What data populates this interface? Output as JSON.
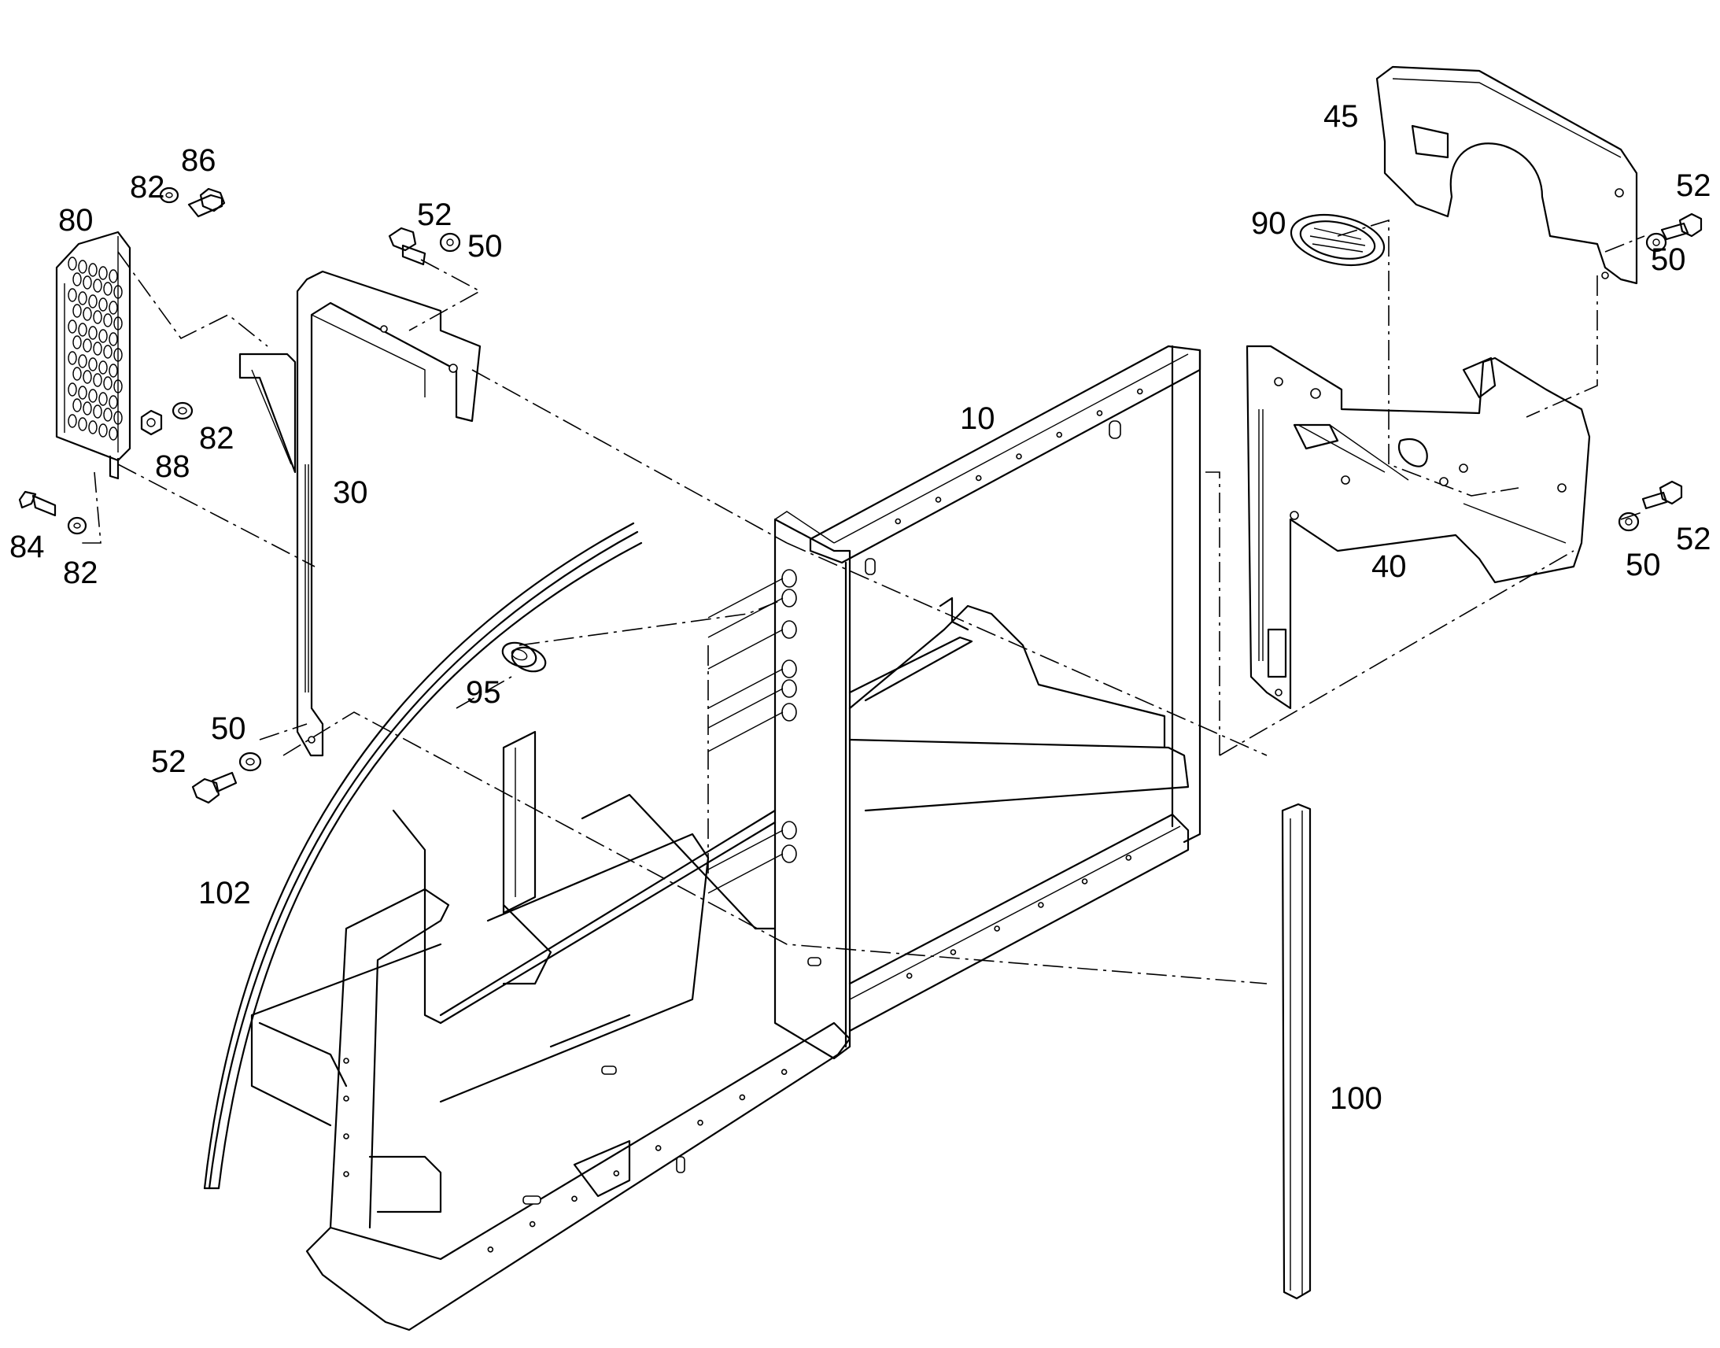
{
  "diagram": {
    "callouts": [
      {
        "id": "c-10",
        "text": "10"
      },
      {
        "id": "c-30",
        "text": "30"
      },
      {
        "id": "c-40",
        "text": "40"
      },
      {
        "id": "c-45",
        "text": "45"
      },
      {
        "id": "c-50a",
        "text": "50"
      },
      {
        "id": "c-50b",
        "text": "50"
      },
      {
        "id": "c-50c",
        "text": "50"
      },
      {
        "id": "c-50d",
        "text": "50"
      },
      {
        "id": "c-52a",
        "text": "52"
      },
      {
        "id": "c-52b",
        "text": "52"
      },
      {
        "id": "c-52c",
        "text": "52"
      },
      {
        "id": "c-52d",
        "text": "52"
      },
      {
        "id": "c-80",
        "text": "80"
      },
      {
        "id": "c-82a",
        "text": "82"
      },
      {
        "id": "c-82b",
        "text": "82"
      },
      {
        "id": "c-82c",
        "text": "82"
      },
      {
        "id": "c-84",
        "text": "84"
      },
      {
        "id": "c-86",
        "text": "86"
      },
      {
        "id": "c-88",
        "text": "88"
      },
      {
        "id": "c-90",
        "text": "90"
      },
      {
        "id": "c-95",
        "text": "95"
      },
      {
        "id": "c-100",
        "text": "100"
      },
      {
        "id": "c-102",
        "text": "102"
      }
    ]
  }
}
